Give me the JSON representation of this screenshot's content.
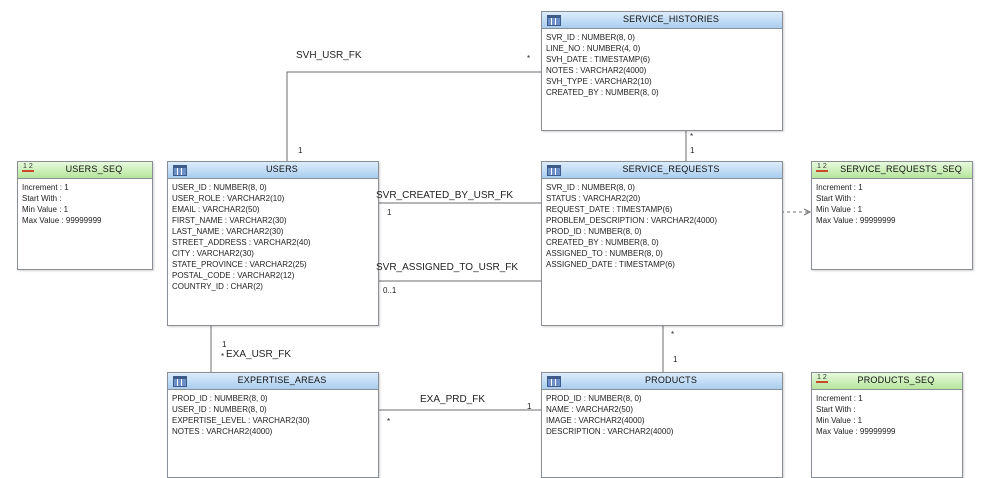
{
  "entities": {
    "service_histories": {
      "title": "SERVICE_HISTORIES",
      "columns": [
        "SVR_ID : NUMBER(8, 0)",
        "LINE_NO : NUMBER(4, 0)",
        "SVH_DATE : TIMESTAMP(6)",
        "NOTES : VARCHAR2(4000)",
        "SVH_TYPE : VARCHAR2(10)",
        "CREATED_BY : NUMBER(8, 0)"
      ]
    },
    "users_seq": {
      "title": "USERS_SEQ",
      "properties": [
        "Increment : 1",
        "Start With :",
        "Min Value : 1",
        "Max Value : 99999999"
      ]
    },
    "users": {
      "title": "USERS",
      "columns": [
        "USER_ID : NUMBER(8, 0)",
        "USER_ROLE : VARCHAR2(10)",
        "EMAIL : VARCHAR2(50)",
        "FIRST_NAME : VARCHAR2(30)",
        "LAST_NAME : VARCHAR2(30)",
        "STREET_ADDRESS : VARCHAR2(40)",
        "CITY : VARCHAR2(30)",
        "STATE_PROVINCE : VARCHAR2(25)",
        "POSTAL_CODE : VARCHAR2(12)",
        "COUNTRY_ID : CHAR(2)"
      ]
    },
    "service_requests": {
      "title": "SERVICE_REQUESTS",
      "columns": [
        "SVR_ID : NUMBER(8, 0)",
        "STATUS : VARCHAR2(20)",
        "REQUEST_DATE : TIMESTAMP(6)",
        "PROBLEM_DESCRIPTION : VARCHAR2(4000)",
        "PROD_ID : NUMBER(8, 0)",
        "CREATED_BY : NUMBER(8, 0)",
        "ASSIGNED_TO : NUMBER(8, 0)",
        "ASSIGNED_DATE : TIMESTAMP(6)"
      ]
    },
    "service_requests_seq": {
      "title": "SERVICE_REQUESTS_SEQ",
      "properties": [
        "Increment : 1",
        "Start With :",
        "Min Value : 1",
        "Max Value : 99999999"
      ]
    },
    "expertise_areas": {
      "title": "EXPERTISE_AREAS",
      "columns": [
        "PROD_ID : NUMBER(8, 0)",
        "USER_ID : NUMBER(8, 0)",
        "EXPERTISE_LEVEL : VARCHAR2(30)",
        "NOTES : VARCHAR2(4000)"
      ]
    },
    "products": {
      "title": "PRODUCTS",
      "columns": [
        "PROD_ID : NUMBER(8, 0)",
        "NAME : VARCHAR2(50)",
        "IMAGE : VARCHAR2(4000)",
        "DESCRIPTION : VARCHAR2(4000)"
      ]
    },
    "products_seq": {
      "title": "PRODUCTS_SEQ",
      "properties": [
        "Increment : 1",
        "Start With :",
        "Min Value : 1",
        "Max Value : 99999999"
      ]
    }
  },
  "relationships": {
    "svh_usr_fk": {
      "label": "SVH_USR_FK",
      "card_from": "*",
      "card_to": "1"
    },
    "svh_svr": {
      "card_from": "*",
      "card_to": "1"
    },
    "svr_created_by_usr_fk": {
      "label": "SVR_CREATED_BY_USR_FK",
      "card_from": "1"
    },
    "svr_assigned_to_usr_fk": {
      "label": "SVR_ASSIGNED_TO_USR_FK",
      "card_from": "0..1"
    },
    "exa_usr_fk": {
      "label": "EXA_USR_FK",
      "card_from": "1",
      "card_to": "*"
    },
    "svr_prod": {
      "card_from": "*",
      "card_to": "1"
    },
    "exa_prd_fk": {
      "label": "EXA_PRD_FK",
      "card_from": "1",
      "card_to": "*"
    }
  }
}
